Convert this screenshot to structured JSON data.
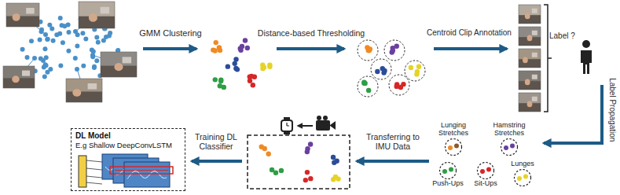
{
  "diagram": {
    "nodes": [
      {
        "text": [
          "DL Model",
          "E.g Shallow DeepConvLSTM"
        ]
      },
      {
        "text": [
          "Lunging Stretches"
        ]
      },
      {
        "text": [
          "Hamstring Stretches"
        ]
      },
      {
        "text": [
          "Lunges"
        ]
      },
      {
        "text": [
          "Push-Ups"
        ]
      },
      {
        "text": [
          "Sit-Ups"
        ]
      }
    ],
    "labels": [
      "GMM Clustering",
      "Distance-based Thresholding",
      "Centroid Clip Annotation",
      "Label ?",
      "Label Propagation",
      "Transferring to IMU Data",
      "Training DL Classifier"
    ]
  }
}
